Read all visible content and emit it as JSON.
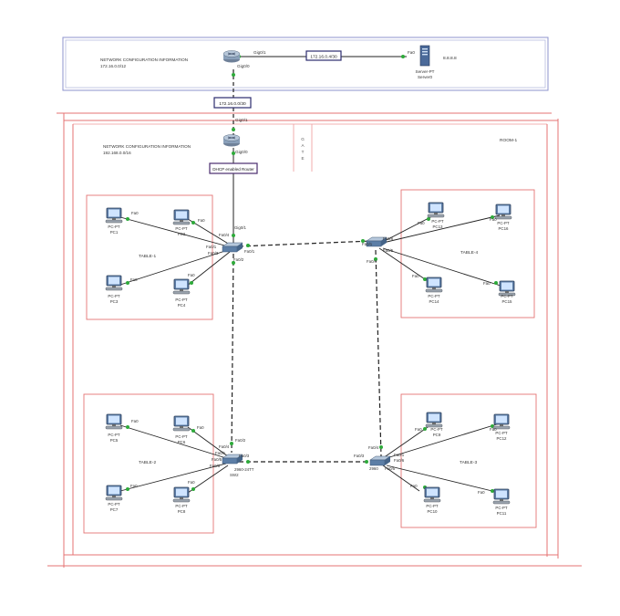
{
  "top_network": {
    "info_title": "NETWORK CONFIGURATION INFORMATION",
    "info_subnet": "172.16.0.0/12",
    "subnet_box": "172.16.0.4/30",
    "router_port_link": "Gig0/1",
    "router_port_down": "Gig0/0",
    "server_port": "Fa0",
    "server_type": "Server-PT",
    "server_name": "Server0",
    "server_ip": "8.8.8.8"
  },
  "link_subnet_box": "172.16.0.0/30",
  "main_network": {
    "info_title": "NETWORK CONFIGURATION INFORMATION",
    "info_subnet": "192.168.0.0/16",
    "router_port_up": "Gig0/1",
    "router_port_down": "Gig0/0",
    "dhcp_label": "DHCP enabled Router",
    "gate_label": [
      "G",
      "A",
      "T",
      "E"
    ],
    "room_label": "ROOM-1"
  },
  "tables": {
    "t1": "TABLE-1",
    "t2": "TABLE-2",
    "t3": "TABLE-3",
    "t4": "TABLE-4"
  },
  "switches": {
    "sw1_ports": {
      "gig": "Gig0/1",
      "fa4": "Fa0/4",
      "fa1": "Fa0/1",
      "fa3": "Fa0/3",
      "fa2": "Fa0/2",
      "fa1b": "Fa0/1"
    },
    "sw2_ports": {
      "fa2": "Fa0/2",
      "fa4": "Fa0/4",
      "fa1": "Fa0/1",
      "fa3": "Fa0/3",
      "fa5": "Fa0/5",
      "fa6": "Fa0/6"
    },
    "sw2_model": "2960-24TT",
    "sw2_name": "SW2",
    "sw3_ports": {
      "fa3": "Fa0/3",
      "fa4": "Fa0/4",
      "fa1": "Fa0/1",
      "fa5": "Fa0/5",
      "fa6": "Fa0/6"
    },
    "sw3_model": "2960",
    "sw4_ports": {
      "fa1": "Fa0/1",
      "fa6": "Fa0/6",
      "fa5": "Fa0/5",
      "fa4": "Fa0/4"
    }
  },
  "pcs": [
    {
      "type": "PC-PT",
      "name": "PC1"
    },
    {
      "type": "PC-PT",
      "name": "PC2"
    },
    {
      "type": "PC-PT",
      "name": "PC3"
    },
    {
      "type": "PC-PT",
      "name": "PC4"
    },
    {
      "type": "PC-PT",
      "name": "PC5"
    },
    {
      "type": "PC-PT",
      "name": "PC6"
    },
    {
      "type": "PC-PT",
      "name": "PC7"
    },
    {
      "type": "PC-PT",
      "name": "PC8"
    },
    {
      "type": "PC-PT",
      "name": "PC9"
    },
    {
      "type": "PC-PT",
      "name": "PC10"
    },
    {
      "type": "PC-PT",
      "name": "PC11"
    },
    {
      "type": "PC-PT",
      "name": "PC12"
    },
    {
      "type": "PC-PT",
      "name": "PC13"
    },
    {
      "type": "PC-PT",
      "name": "PC14"
    },
    {
      "type": "PC-PT",
      "name": "PC15"
    },
    {
      "type": "PC-PT",
      "name": "PC16"
    }
  ],
  "pc_port": "Fa0"
}
